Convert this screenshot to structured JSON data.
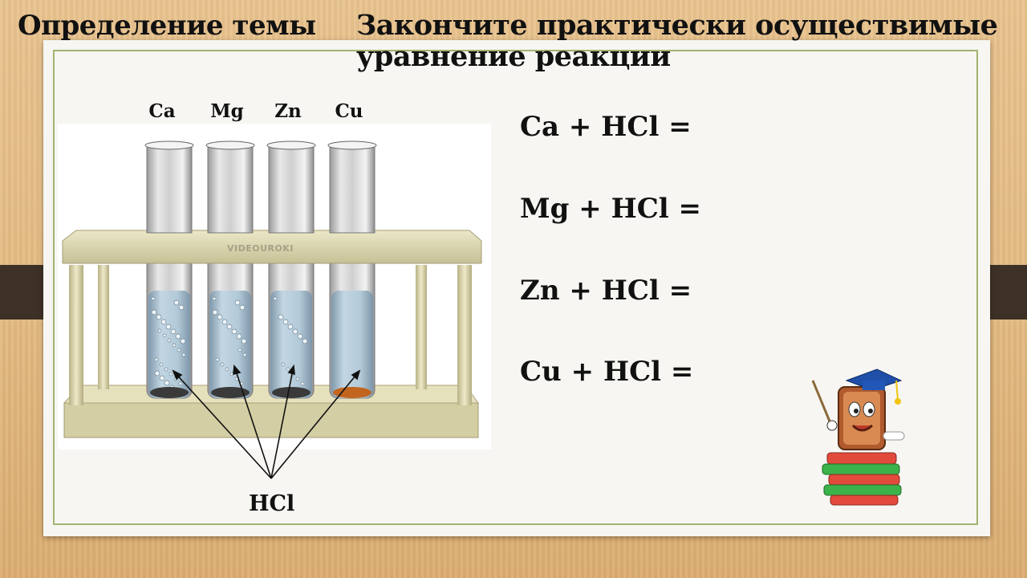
{
  "slide": {
    "section_title": "Определение темы",
    "task_line1": "Закончите практически осуществимые",
    "task_line2": "уравнение реакции"
  },
  "tubes": [
    {
      "metal": "Ca",
      "sediment_color": "#3a3a3a"
    },
    {
      "metal": "Mg",
      "sediment_color": "#3a3a3a"
    },
    {
      "metal": "Zn",
      "sediment_color": "#3a3a3a"
    },
    {
      "metal": "Cu",
      "sediment_color": "#c2651f"
    }
  ],
  "acid_label": "HCl",
  "watermark": "VIDEOUROKI",
  "equations": [
    "Ca + HCl =",
    "Mg + HCl =",
    "Zn + HCl =",
    "Cu + HCl ="
  ],
  "colors": {
    "frame": "#a0b36f",
    "wood": "#e4bb83",
    "bar": "#3d3127",
    "liquid": "#a9c4d6",
    "rack": "#d6d0a6"
  },
  "icons": [
    "test-tube-rack-illustration",
    "book-mascot-icon"
  ]
}
